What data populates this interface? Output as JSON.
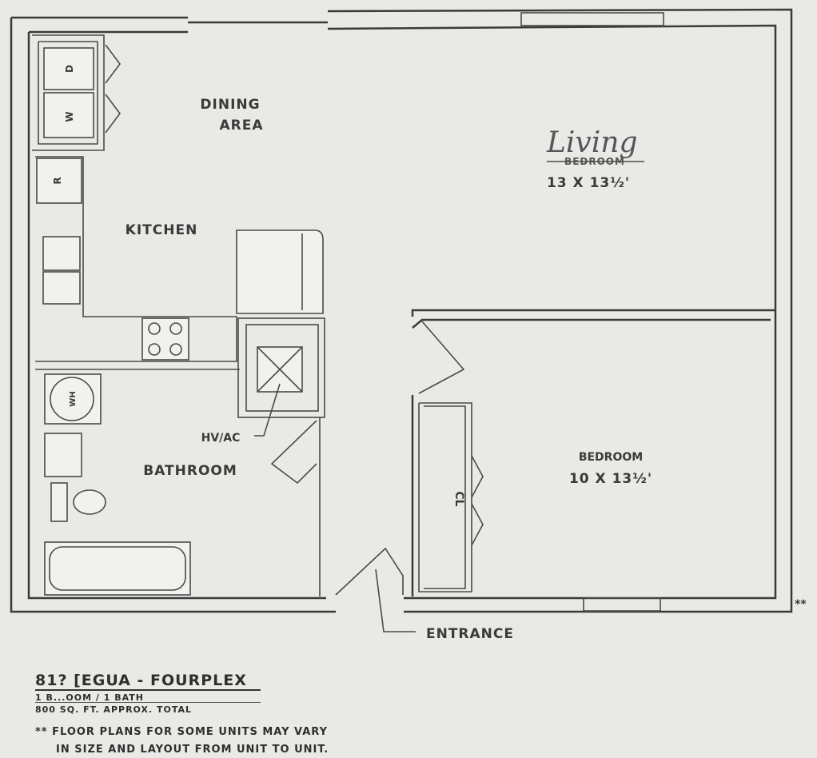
{
  "rooms": {
    "dining": [
      "DINING",
      "AREA"
    ],
    "kitchen": "KITCHEN",
    "living_handwritten": "Living",
    "living_struck": "BEDROOM",
    "living_dim": "13 X 13½'",
    "bathroom": "BATHROOM",
    "bedroom": "BEDROOM",
    "bedroom_dim": "10 X 13½'"
  },
  "fixtures": {
    "dryer": "D",
    "washer": "W",
    "refrigerator": "R",
    "water_heater": "WH",
    "closet": "CL",
    "hvac": "HV/AC"
  },
  "labels": {
    "entrance": "ENTRANCE",
    "asterisk": "**"
  },
  "footer": {
    "title": "81? [EGUA - FOURPLEX",
    "unit": "1 B...OOM / 1 BATH",
    "area": "800 SQ. FT. APPROX. TOTAL",
    "note_line1": "** FLOOR PLANS FOR SOME UNITS MAY VARY",
    "note_line2": "IN SIZE AND LAYOUT FROM UNIT TO UNIT."
  }
}
